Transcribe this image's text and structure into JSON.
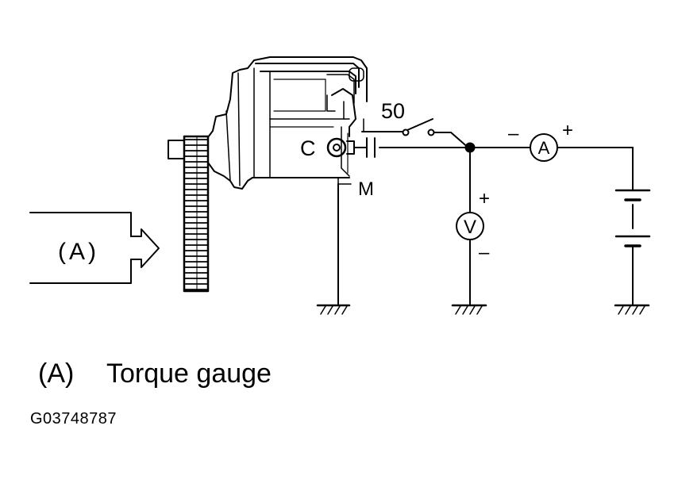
{
  "diagram": {
    "gauge_label": "(A)",
    "terminal_50": "50",
    "terminal_c": "C",
    "terminal_m": "M",
    "ammeter_symbol": "A",
    "voltmeter_symbol": "V",
    "ammeter_minus": "–",
    "ammeter_plus": "+",
    "voltmeter_plus": "+",
    "voltmeter_minus": "–"
  },
  "legend": {
    "key": "(A)",
    "text": "Torque gauge"
  },
  "figure_id": "G03748787"
}
